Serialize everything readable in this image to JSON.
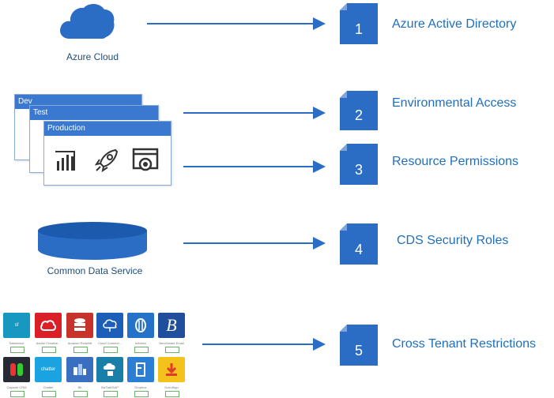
{
  "items": [
    {
      "number": "1",
      "label": "Azure Active Directory"
    },
    {
      "number": "2",
      "label": "Environmental Access"
    },
    {
      "number": "3",
      "label": "Resource Permissions"
    },
    {
      "number": "4",
      "label": "CDS Security Roles"
    },
    {
      "number": "5",
      "label": "Cross Tenant Restrictions"
    }
  ],
  "captions": {
    "cloud": "Azure Cloud",
    "database": "Common Data Service"
  },
  "environments": {
    "dev": "Dev",
    "test": "Test",
    "production": "Production"
  },
  "apps": [
    {
      "icon": "salesforce-icon",
      "name": "Salesforce",
      "color": "#1798c1"
    },
    {
      "icon": "adobe-creative-cloud-icon",
      "name": "Adobe Creative...",
      "color": "#da1f26"
    },
    {
      "icon": "amazon-redshift-icon",
      "name": "Amazon Redshift",
      "color": "#c7322b"
    },
    {
      "icon": "cloud-connect-icon",
      "name": "Cloud Connect...",
      "color": "#1d5fb8"
    },
    {
      "icon": "infoblox-icon",
      "name": "Infoblox",
      "color": "#2573c9"
    },
    {
      "icon": "benchmark-email-icon",
      "name": "Benchmark Email",
      "color": "#1f4e9c"
    },
    {
      "icon": "capsule-crm-icon",
      "name": "Capsule CRM",
      "color": "#262b33"
    },
    {
      "icon": "chatter-icon",
      "name": "Chatter",
      "color": "#1aa3e0"
    },
    {
      "icon": "bitbucket-icon",
      "name": "Bit",
      "color": "#3a6ec0"
    },
    {
      "icon": "biztalk-icon",
      "name": "BizTalk/SAP",
      "color": "#1a7fa8"
    },
    {
      "icon": "dropbox-icon",
      "name": "Dropbox",
      "color": "#2a7fd4"
    },
    {
      "icon": "download-icon",
      "name": "DocuSign",
      "color": "#f3c31c"
    }
  ]
}
